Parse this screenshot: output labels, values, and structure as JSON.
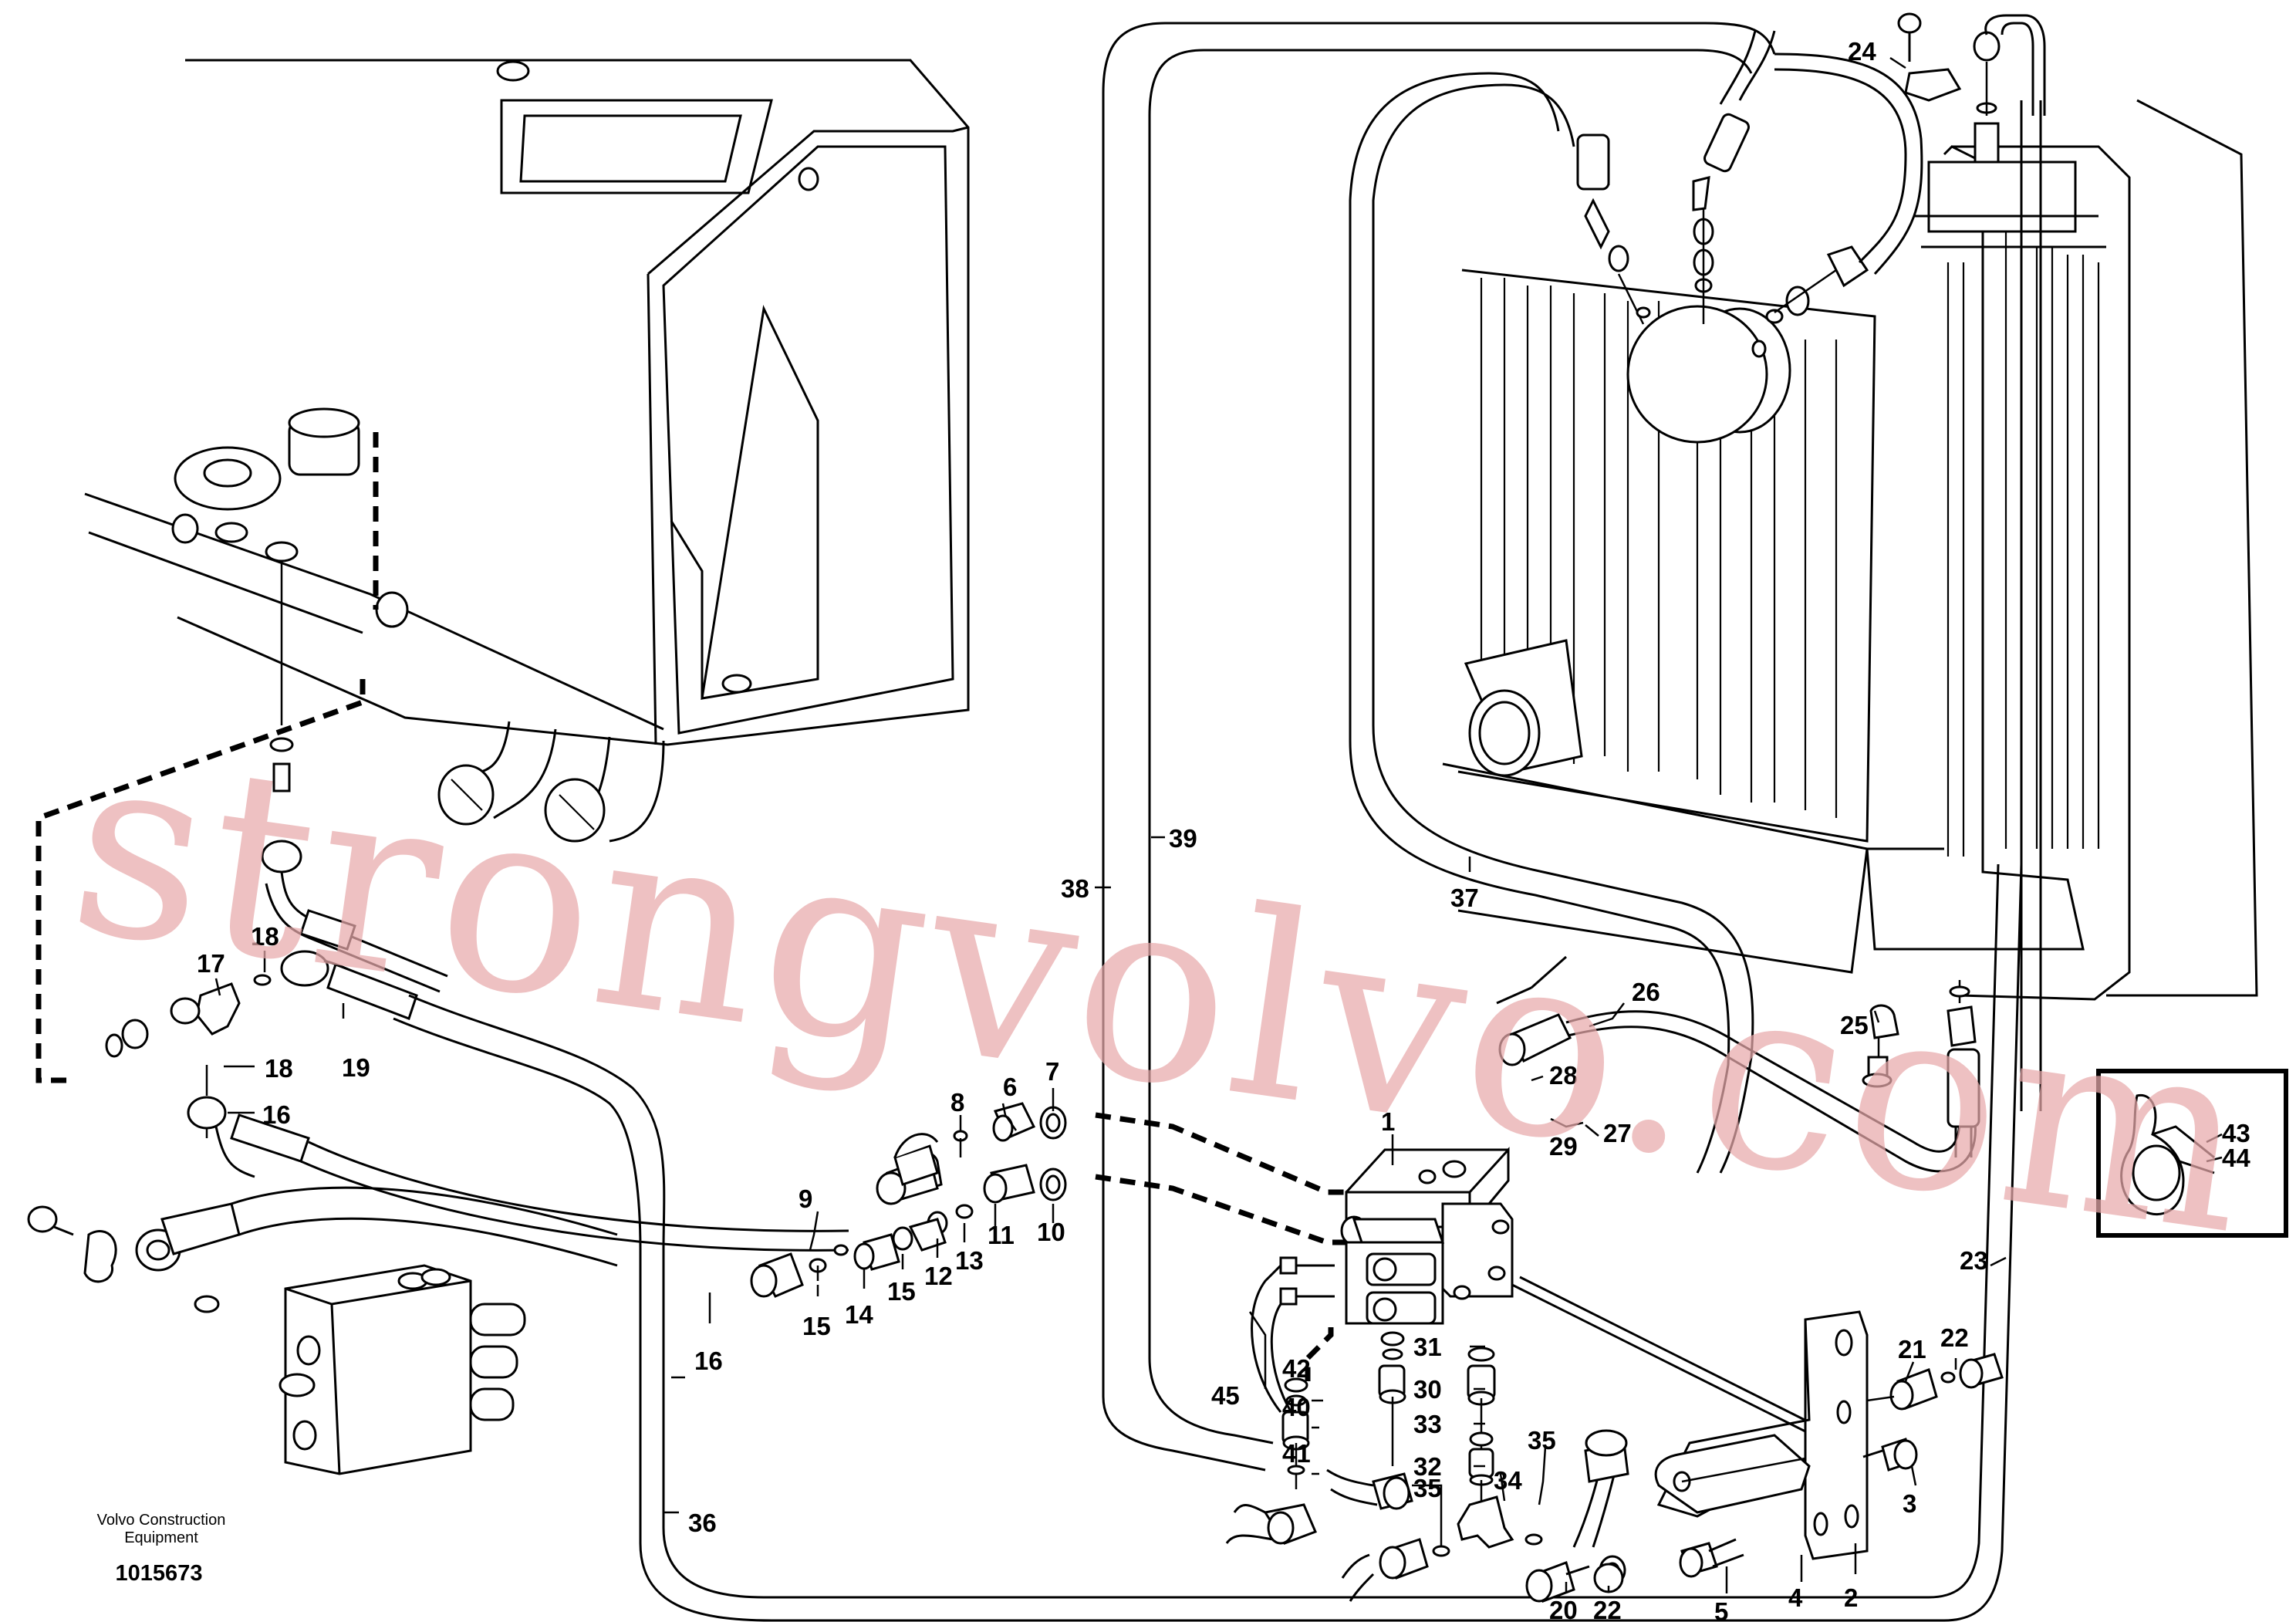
{
  "watermark": "strongvolvo.com",
  "caption": {
    "line1": "Volvo Construction",
    "line2": "Equipment",
    "doc_number": "1015673"
  },
  "labels": {
    "p1": "1",
    "p2": "2",
    "p3": "3",
    "p4": "4",
    "p5": "5",
    "p6": "6",
    "p7": "7",
    "p8": "8",
    "p9": "9",
    "p10": "10",
    "p11": "11",
    "p12": "12",
    "p13": "13",
    "p14": "14",
    "p15a": "15",
    "p15b": "15",
    "p16a": "16",
    "p16b": "16",
    "p17": "17",
    "p18a": "18",
    "p18b": "18",
    "p19": "19",
    "p20": "20",
    "p21": "21",
    "p22a": "22",
    "p22b": "22",
    "p23": "23",
    "p24": "24",
    "p25": "25",
    "p26": "26",
    "p27": "27",
    "p28": "28",
    "p29": "29",
    "p30": "30",
    "p31": "31",
    "p32": "32",
    "p33": "33",
    "p34": "34",
    "p35a": "35",
    "p35b": "35",
    "p36": "36",
    "p37": "37",
    "p38": "38",
    "p39": "39",
    "p40": "40",
    "p41": "41",
    "p42": "42",
    "p43": "43",
    "p44": "44",
    "p45": "45"
  }
}
